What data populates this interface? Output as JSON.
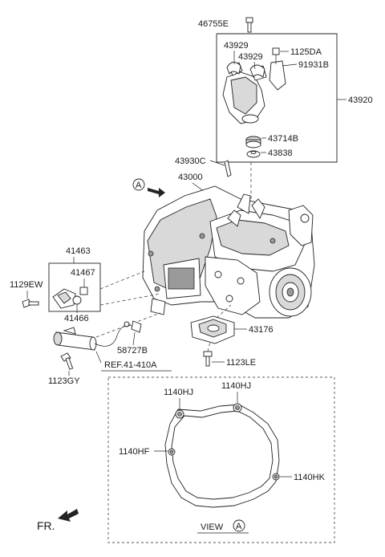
{
  "labels": {
    "p46755E": "46755E",
    "p43929a": "43929",
    "p43929b": "43929",
    "p1125DA": "1125DA",
    "p91931B": "91931B",
    "p43920": "43920",
    "p43714B": "43714B",
    "p43838": "43838",
    "p43930C": "43930C",
    "p43000": "43000",
    "p41463": "41463",
    "p41467": "41467",
    "p1129EW": "1129EW",
    "p41466": "41466",
    "p43176": "43176",
    "p58727B": "58727B",
    "p1123LE": "1123LE",
    "p1123GY": "1123GY",
    "ref": "REF.41-410A",
    "p1140HJa": "1140HJ",
    "p1140HJb": "1140HJ",
    "p1140HF": "1140HF",
    "p1140HK": "1140HK",
    "view": "VIEW",
    "viewCircle": "A",
    "arrowA": "A",
    "fr": "FR."
  }
}
